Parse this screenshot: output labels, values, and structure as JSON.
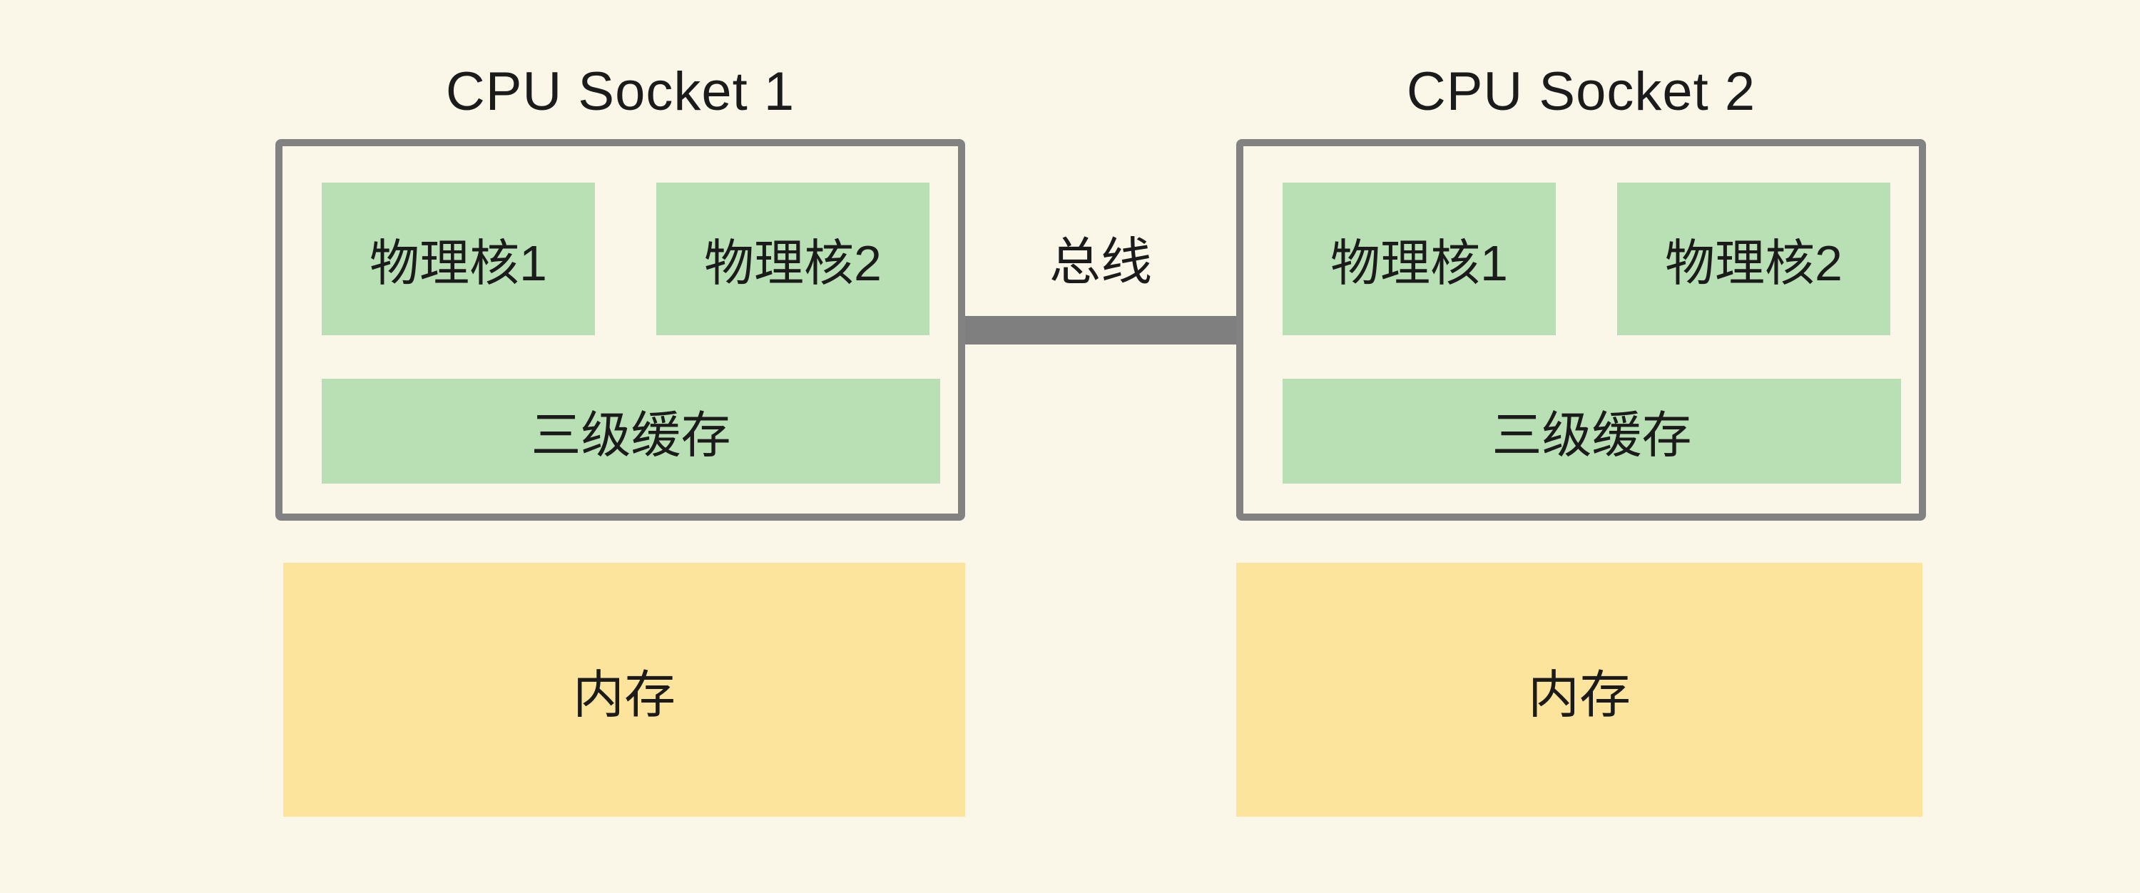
{
  "diagram": {
    "type": "numa-cpu-architecture",
    "background_color": "#FAF7E9",
    "colors": {
      "core_fill": "#B9E0B4",
      "memory_fill": "#FDE49C",
      "socket_border": "#828282",
      "bus_fill": "#7F7F7F",
      "text": "#1B1B1B"
    },
    "bus": {
      "label": "总线"
    },
    "sockets": [
      {
        "title": "CPU Socket 1",
        "cores": [
          {
            "label": "物理核1"
          },
          {
            "label": "物理核2"
          }
        ],
        "cache_label": "三级缓存",
        "memory_label": "内存"
      },
      {
        "title": "CPU Socket 2",
        "cores": [
          {
            "label": "物理核1"
          },
          {
            "label": "物理核2"
          }
        ],
        "cache_label": "三级缓存",
        "memory_label": "内存"
      }
    ]
  }
}
